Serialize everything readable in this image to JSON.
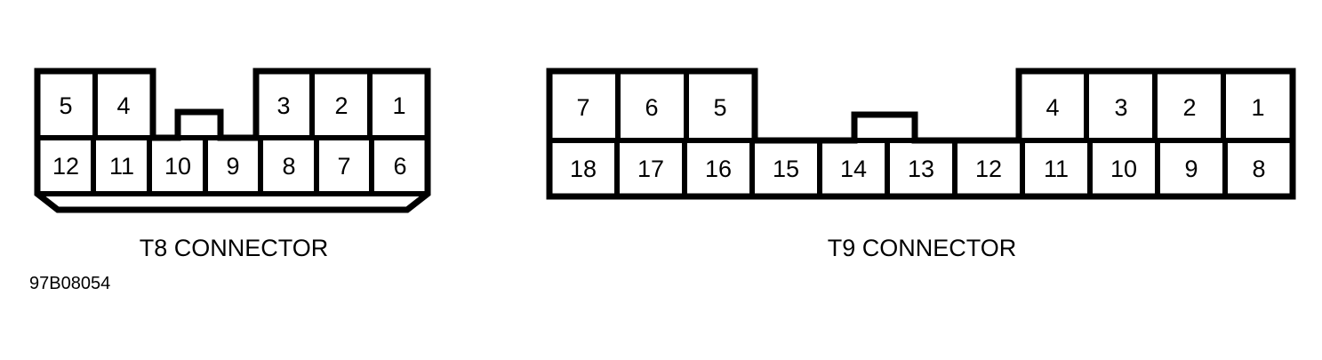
{
  "figure": {
    "id_label": "97B08054",
    "background_color": "#ffffff",
    "line_color": "#000000"
  },
  "connectors": [
    {
      "key": "t8",
      "caption": "T8 CONNECTOR",
      "total_pins": 12,
      "has_skirt": true,
      "top_row": {
        "left_group": [
          "5",
          "4"
        ],
        "right_group": [
          "3",
          "2",
          "1"
        ]
      },
      "bottom_row": [
        "12",
        "11",
        "10",
        "9",
        "8",
        "7",
        "6"
      ],
      "notch": {
        "present": true,
        "position": "center-top"
      }
    },
    {
      "key": "t9",
      "caption": "T9 CONNECTOR",
      "total_pins": 18,
      "has_skirt": false,
      "top_row": {
        "left_group": [
          "7",
          "6",
          "5"
        ],
        "right_group": [
          "4",
          "3",
          "2",
          "1"
        ]
      },
      "bottom_row": [
        "18",
        "17",
        "16",
        "15",
        "14",
        "13",
        "12",
        "11",
        "10",
        "9",
        "8"
      ],
      "notch": {
        "present": true,
        "position": "center-top"
      }
    }
  ]
}
